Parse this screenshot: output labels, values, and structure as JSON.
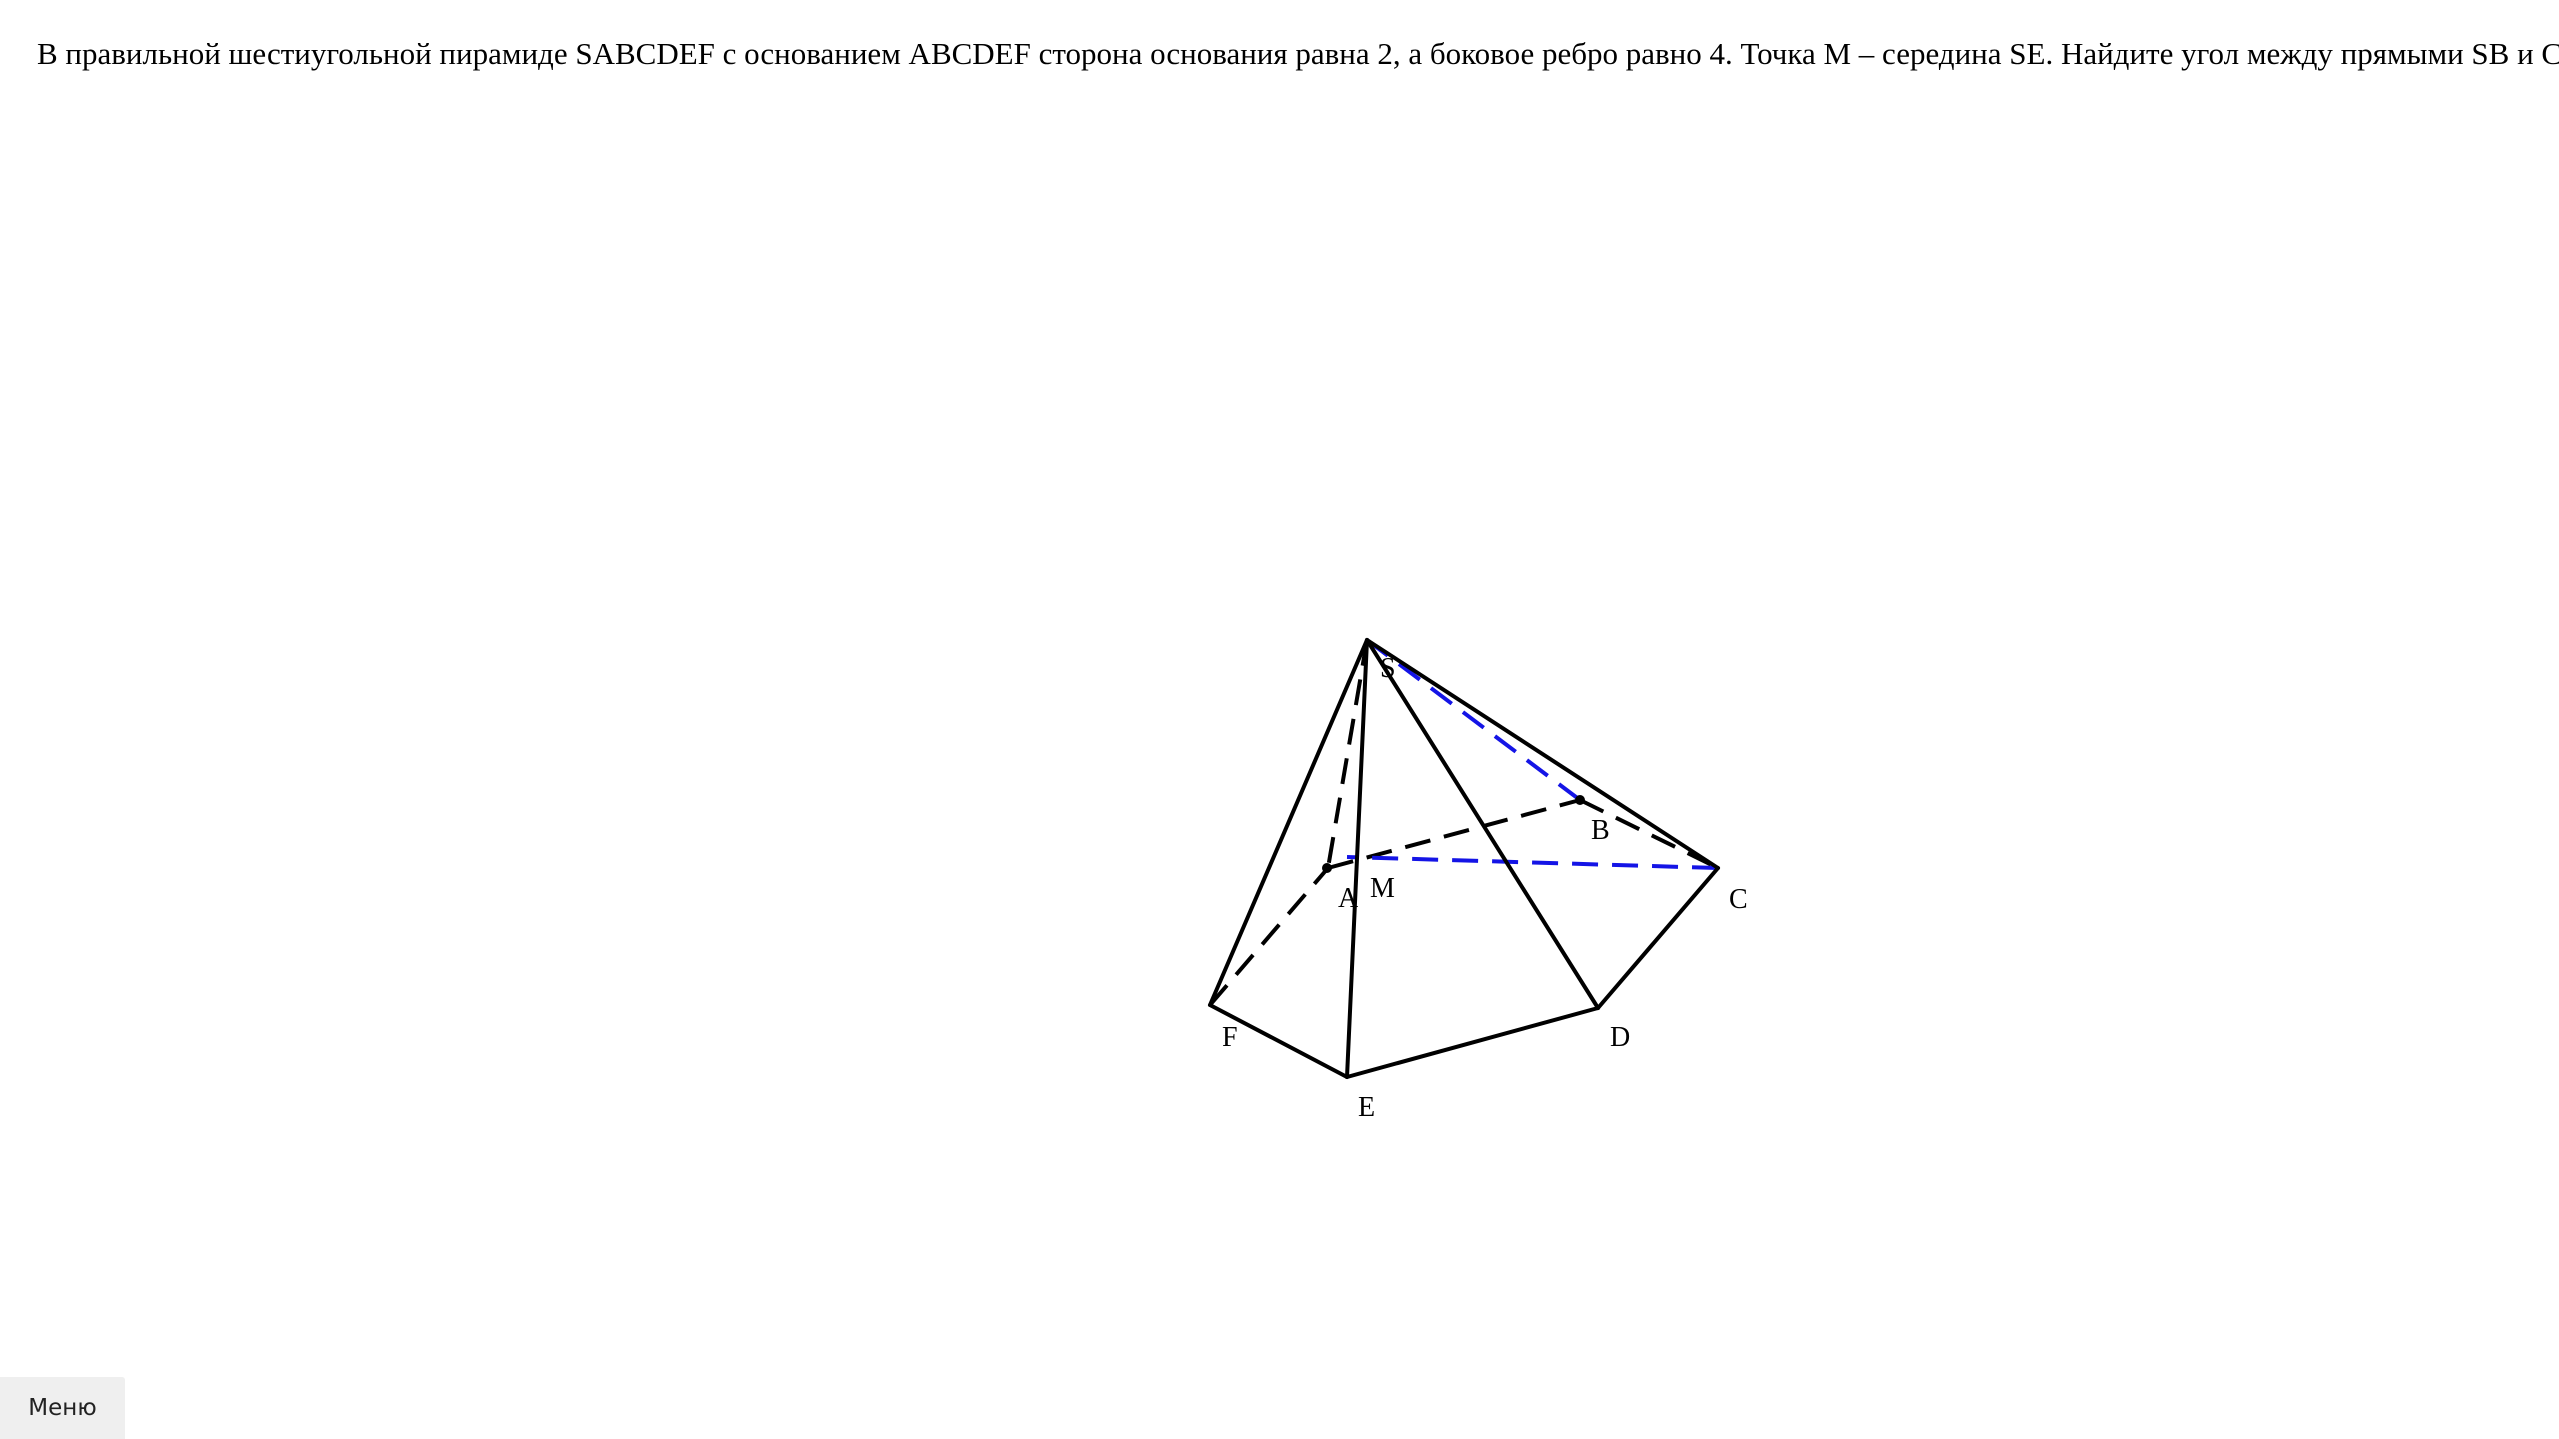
{
  "problem": {
    "text": "В правильной шестиугольной пирамиде SABCDEF с основанием ABCDEF сторона основания равна 2, а боковое ребро равно 4. Точка M – середина SE. Найдите угол между прямыми SB и CM."
  },
  "figure": {
    "labels": {
      "S": "S",
      "A": "A",
      "B": "B",
      "C": "C",
      "D": "D",
      "E": "E",
      "F": "F",
      "M": "M"
    },
    "colors": {
      "visible_edge": "#000000",
      "hidden_edge": "#000000",
      "highlight": "#1414e6"
    }
  },
  "menu": {
    "label": "Меню"
  }
}
